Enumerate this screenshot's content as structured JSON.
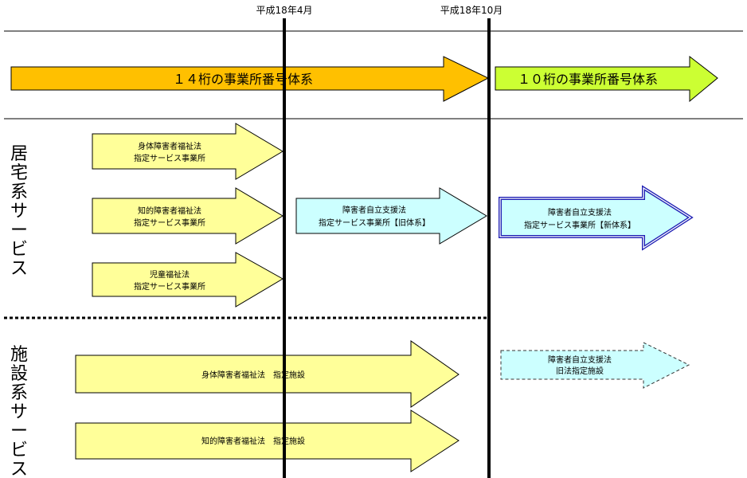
{
  "timeline": {
    "date_april": "平成18年4月",
    "date_october": "平成18年10月"
  },
  "numbering": {
    "old_system": "１４桁の事業所番号体系",
    "new_system": "１０桁の事業所番号体系"
  },
  "sections": {
    "home_services": "居宅系サービス",
    "facility_services": "施設系サービス"
  },
  "home_boxes": {
    "physical": {
      "line1": "身体障害者福祉法",
      "line2": "指定サービス事業所"
    },
    "intellectual": {
      "line1": "知的障害者福祉法",
      "line2": "指定サービス事業所"
    },
    "child": {
      "line1": "児童福祉法",
      "line2": "指定サービス事業所"
    },
    "old_support": {
      "line1": "障害者自立支援法",
      "line2": "指定サービス事業所【旧体系】"
    },
    "new_support": {
      "line1": "障害者自立支援法",
      "line2": "指定サービス事業所【新体系】"
    }
  },
  "facility_boxes": {
    "physical": "身体障害者福祉法　指定施設",
    "intellectual": "知的障害者福祉法　指定施設",
    "old_law": {
      "line1": "障害者自立支援法",
      "line2": "旧法指定施設"
    }
  },
  "colors": {
    "orange_arrow": "#ffc000",
    "green_arrow": "#ccff33",
    "yellow_arrow": "#ffff99",
    "cyan_arrow": "#ccffff",
    "blue_border": "#1f1fb4"
  }
}
